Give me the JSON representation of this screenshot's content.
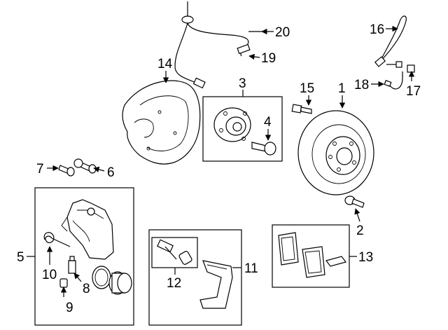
{
  "callouts": [
    "1",
    "2",
    "3",
    "4",
    "5",
    "6",
    "7",
    "8",
    "9",
    "10",
    "11",
    "12",
    "13",
    "14",
    "15",
    "16",
    "17",
    "18",
    "19",
    "20"
  ],
  "groups": {
    "hub_group": "3",
    "caliper_group": "5",
    "bracket_group": "11",
    "guide_group": "12",
    "pads_group": "13"
  }
}
